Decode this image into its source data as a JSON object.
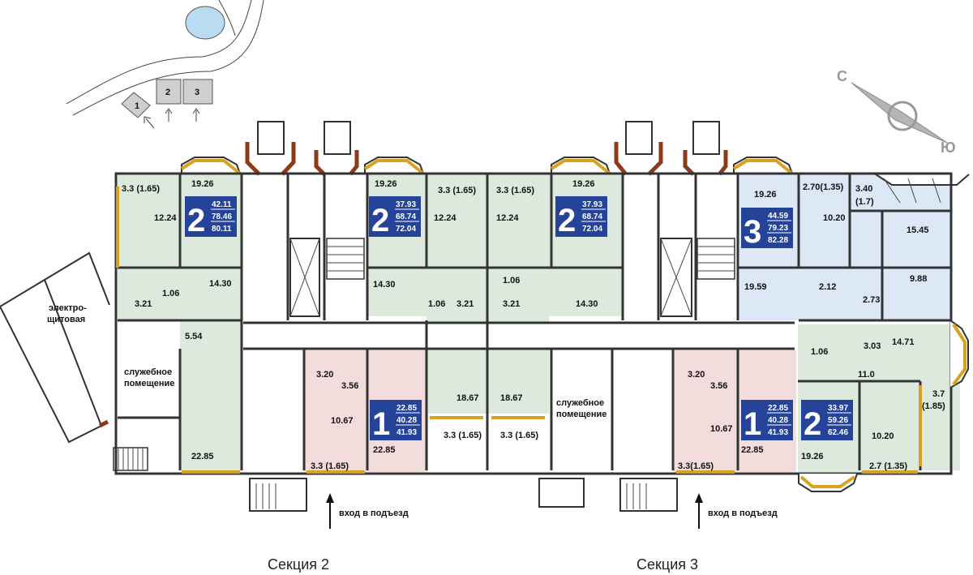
{
  "site_plan": {
    "buildings": [
      "1",
      "2",
      "3"
    ]
  },
  "compass": {
    "north": "С",
    "south": "Ю"
  },
  "captions": {
    "section2": "Секция 2",
    "section3": "Секция 3"
  },
  "entrances": [
    "вход в подъезд",
    "вход в подъезд"
  ],
  "electrical_room": [
    "электро-",
    "щитовая"
  ],
  "service_rooms": [
    [
      "служебное",
      "помещение"
    ],
    [
      "служебное",
      "помещение"
    ]
  ],
  "badges": [
    {
      "rooms": "2",
      "values": [
        "42.11",
        "78.46",
        "80.11"
      ]
    },
    {
      "rooms": "2",
      "values": [
        "37.93",
        "68.74",
        "72.04"
      ]
    },
    {
      "rooms": "2",
      "values": [
        "37.93",
        "68.74",
        "72.04"
      ]
    },
    {
      "rooms": "3",
      "values": [
        "44.59",
        "79.23",
        "82.28"
      ]
    },
    {
      "rooms": "1",
      "values": [
        "22.85",
        "40.28",
        "41.93"
      ]
    },
    {
      "rooms": "1",
      "values": [
        "22.85",
        "40.28",
        "41.93"
      ]
    },
    {
      "rooms": "2",
      "values": [
        "33.97",
        "59.26",
        "62.46"
      ]
    }
  ],
  "areas": [
    "3.3 (1.65)",
    "19.26",
    "12.24",
    "14.30",
    "1.06",
    "3.21",
    "5.54",
    "22.85",
    "19.26",
    "3.3 (1.65)",
    "12.24",
    "14.30",
    "1.06",
    "3.21",
    "3.3 (1.65)",
    "12.24",
    "19.26",
    "3.21",
    "1.06",
    "14.30",
    "18.67",
    "18.67",
    "3.3 (1.65)",
    "3.3 (1.65)",
    "3.20",
    "3.56",
    "10.67",
    "3.3 (1.65)",
    "22.85",
    "19.26",
    "2.70(1.35)",
    "3.40",
    "(1.7)",
    "10.20",
    "15.45",
    "19.59",
    "2.12",
    "2.73",
    "9.88",
    "1.06",
    "3.03",
    "14.71",
    "11.0",
    "3.7",
    "(1.85)",
    "3.20",
    "3.56",
    "10.67",
    "3.3(1.65)",
    "22.85",
    "19.26",
    "10.20",
    "2.7 (1.35)"
  ],
  "colors": {
    "green": "#dde9dc",
    "pink": "#f3dcdc",
    "blue": "#dce8f6",
    "badge": "#26439a",
    "balcony": "#d8a21e",
    "brick": "#8b3a1a"
  }
}
